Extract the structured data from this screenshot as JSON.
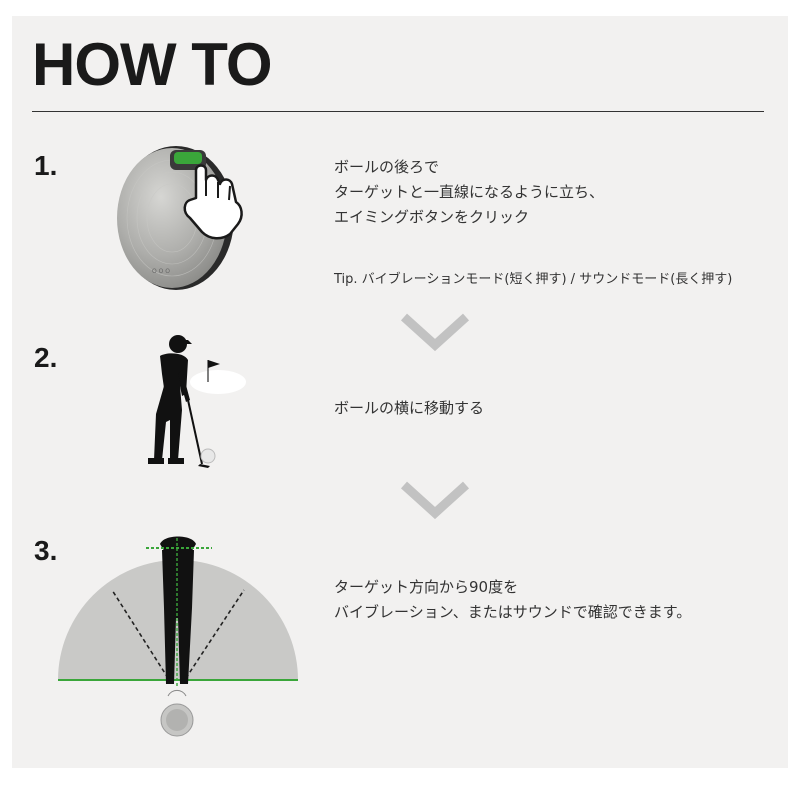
{
  "title": "HOW TO",
  "colors": {
    "panel": "#f2f1f0",
    "accent_green": "#3aa63a",
    "chevron": "#c2c2c2"
  },
  "steps": [
    {
      "number": "1.",
      "lines": [
        "ボールの後ろで",
        "ターゲットと一直線になるように立ち、",
        "エイミングボタンをクリック"
      ],
      "tip": "Tip. バイブレーションモード(短く押す) / サウンドモード(長く押す)",
      "illustration": "ball-with-pointing-hand"
    },
    {
      "number": "2.",
      "lines": [
        "ボールの横に移動する"
      ],
      "illustration": "golfer-silhouette-with-flag"
    },
    {
      "number": "3.",
      "lines": [
        "ターゲット方向から90度を",
        "バイブレーション、またはサウンドで確認できます。"
      ],
      "illustration": "top-down-golfer-with-arc"
    }
  ],
  "icons": [
    "chevron-down-icon",
    "chevron-down-icon"
  ]
}
